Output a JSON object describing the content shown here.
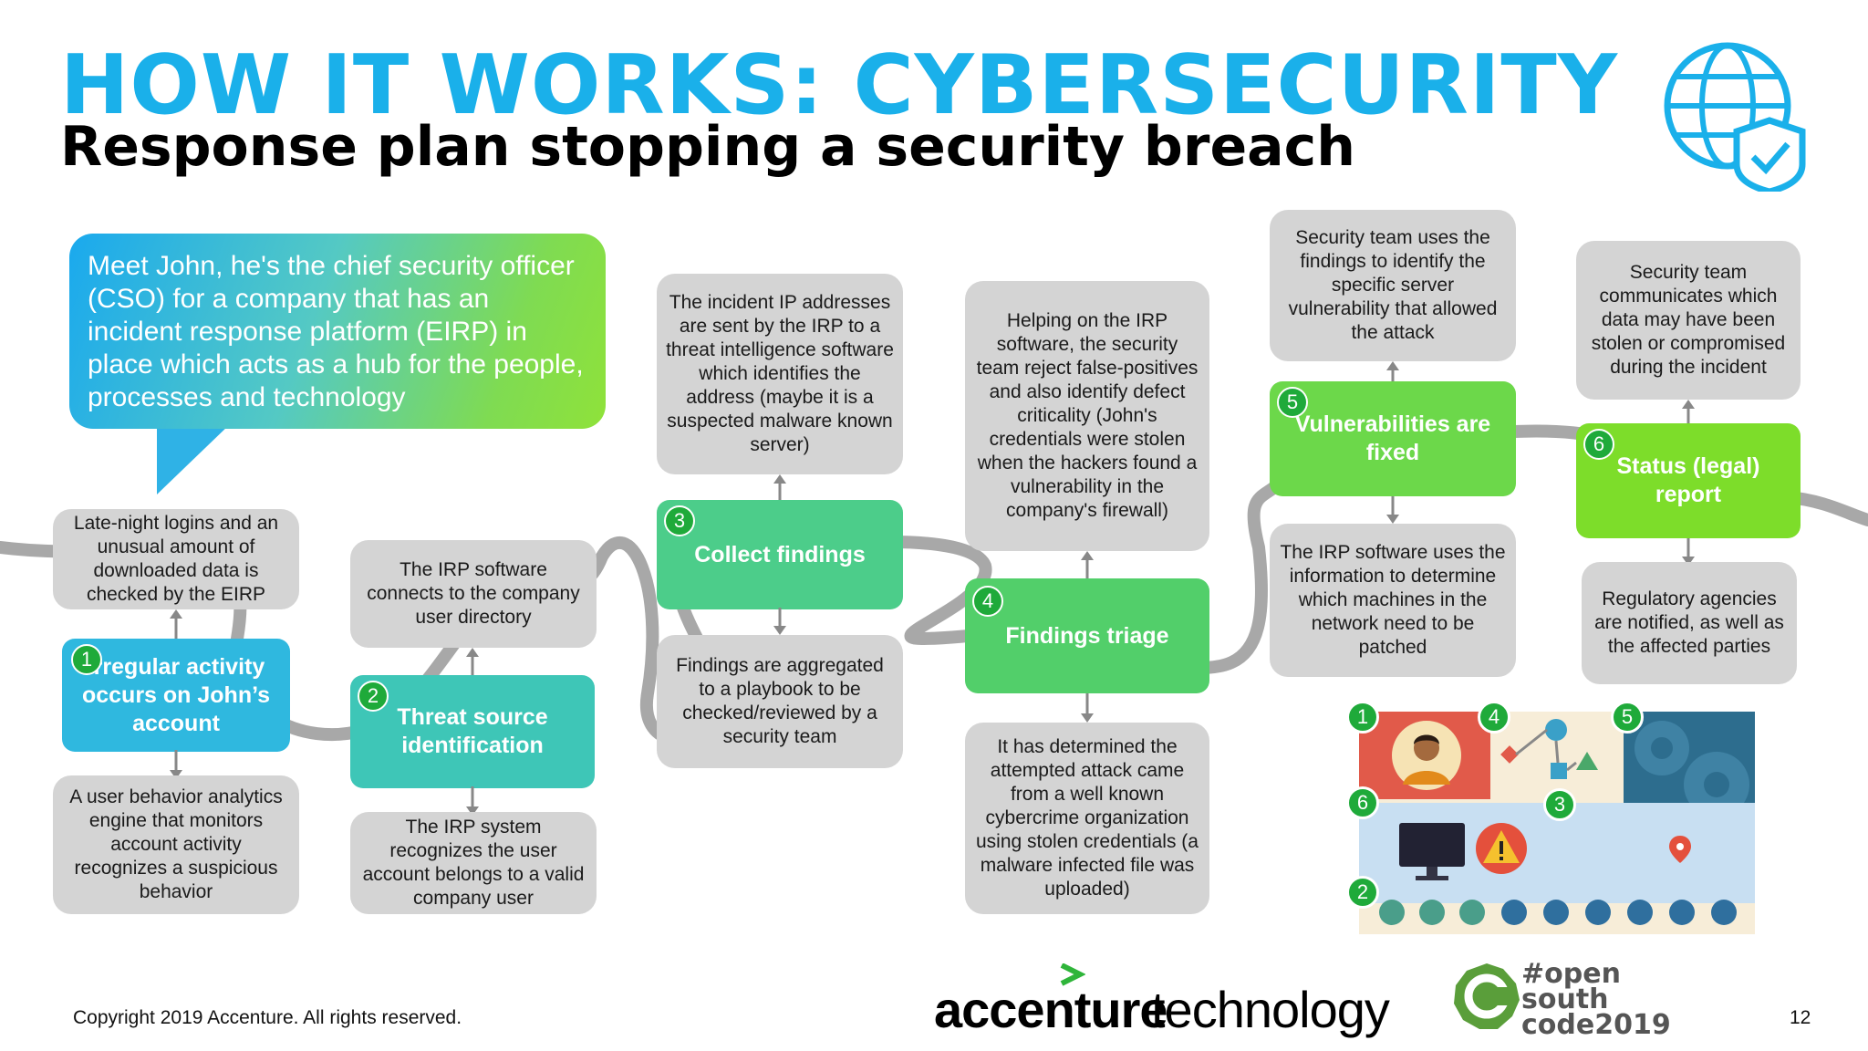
{
  "title": "HOW IT WORKS: CYBERSECURITY",
  "subtitle": "Response plan stopping a security breach",
  "intro": "Meet John, he's the chief security officer (CSO) for a company that has an incident response platform (EIRP) in place which acts as a hub for the people, processes and technology",
  "steps": [
    {
      "num": "1",
      "label": "Irregular activity occurs on John’s account",
      "above": "Late-night logins and an unusual amount of downloaded data is checked by the EIRP",
      "below": "A user behavior analytics engine that monitors account activity recognizes a suspicious behavior"
    },
    {
      "num": "2",
      "label": "Threat source identification",
      "above": "The IRP software connects to the company user directory",
      "below": "The IRP system recognizes the user account belongs to a valid company user"
    },
    {
      "num": "3",
      "label": "Collect findings",
      "above": "The incident IP addresses are sent by the IRP to a threat intelligence software which identifies the address (maybe it is a suspected malware known server)",
      "below": "Findings are aggregated to a playbook to be checked/reviewed by a security team"
    },
    {
      "num": "4",
      "label": "Findings triage",
      "above": "Helping on the IRP software, the security team reject false-positives and also identify defect criticality (John's credentials were stolen when the hackers found a vulnerability in the company's firewall)",
      "below": "It has determined the attempted attack came from a well known cybercrime organization using stolen credentials (a malware  infected file was uploaded)"
    },
    {
      "num": "5",
      "label": "Vulnerabilities are fixed",
      "above": "Security team uses the findings to identify the specific server vulnerability that allowed the attack",
      "below": "The IRP software uses the information to determine which machines in the network need to be patched"
    },
    {
      "num": "6",
      "label": "Status (legal) report",
      "above": "Security team communicates which data may have been stolen or compromised during the incident",
      "below": "Regulatory agencies are notified, as well as the affected parties"
    }
  ],
  "illustration_numbers": [
    "1",
    "4",
    "5",
    "6",
    "3",
    "2"
  ],
  "footer": {
    "copyright": "Copyright 2019 Accenture. All rights reserved.",
    "brand_bold": "accenture",
    "brand_light": "technology",
    "event_line1": "#open",
    "event_line2": "south",
    "event_line3": "code2019",
    "page": "12"
  },
  "colors": {
    "title": "#1ab0ea",
    "step1": "#2fb8df",
    "step2": "#3ec6b7",
    "step3": "#4ccd8a",
    "step4": "#52cf6a",
    "step5": "#6cd84a",
    "step6": "#7ddd2a",
    "grey_box": "#d4d4d4",
    "path": "#a8a8a8"
  },
  "icons": [
    "globe-shield-icon",
    "user-avatar-icon",
    "monitor-icon",
    "warning-icon",
    "map-pin-icon",
    "gear-icon"
  ]
}
